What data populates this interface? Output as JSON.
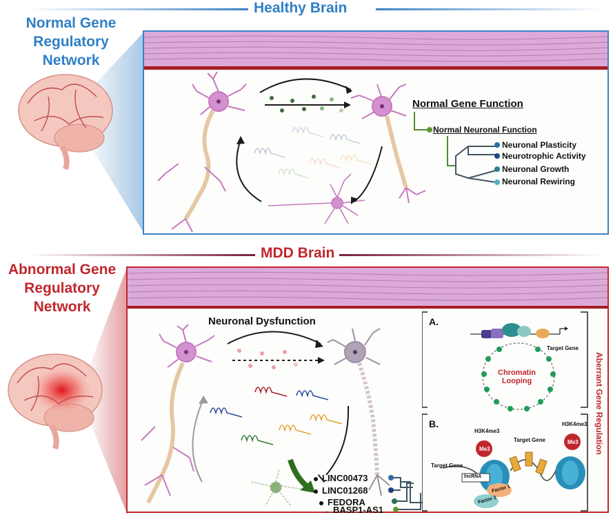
{
  "healthy": {
    "title": "Healthy Brain",
    "side_label_lines": [
      "Normal Gene",
      "Regulatory",
      "Network"
    ],
    "tree": {
      "root": "Normal Gene Function",
      "branch": "Normal Neuronal Function",
      "leaves": [
        "Neuronal Plasticity",
        "Neurotrophic Activity",
        "Neuronal Growth",
        "Neuronal Rewiring"
      ]
    }
  },
  "mdd": {
    "title": "MDD Brain",
    "side_label_lines": [
      "Abnormal Gene",
      "Regulatory",
      "Network"
    ],
    "dysfunction_label": "Neuronal Dysfunction",
    "lncrnas": [
      "LINC00473",
      "LINC01268",
      "FEDORA",
      "BASP1-AS1"
    ],
    "aberrant": {
      "title": "Aberrant Gene Regulation",
      "panel_a": {
        "label": "A.",
        "target_gene": "Target Gene",
        "looping": [
          "Chromatin",
          "Looping"
        ]
      },
      "panel_b": {
        "label": "B.",
        "mark_left": "H3K4me3",
        "mark_right": "H3K4me3",
        "me3": "Me3",
        "target_gene_top": "Target Gene",
        "target_gene_left": "Target Gene",
        "lncrna": "lncRNA",
        "factor1": "Factor 1",
        "factor2": "Factor 2"
      }
    }
  },
  "colors": {
    "healthy_blue": "#3b82c4",
    "mdd_red": "#c0272d",
    "neuron_pink": "#c678c0",
    "tissue": "#d9a0cf"
  }
}
